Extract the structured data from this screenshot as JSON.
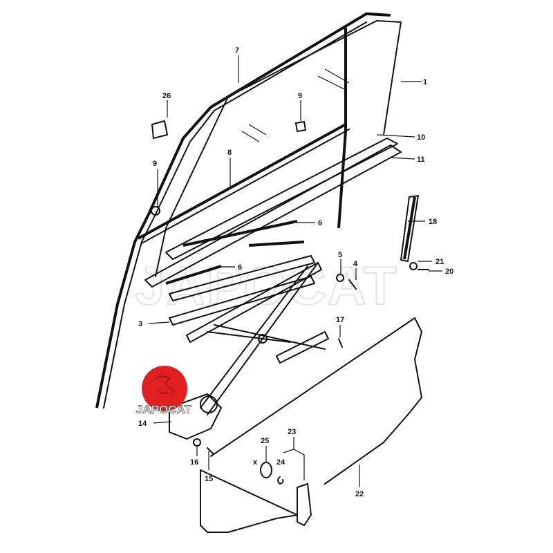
{
  "title": "Front door window regulator and glass parts diagram",
  "watermark": "JAPOCAT",
  "logo": {
    "text": "JAPOCAT",
    "color": "#e02020"
  },
  "callouts": {
    "c1": "1",
    "c7": "7",
    "c26": "26",
    "c9a": "9",
    "c10": "10",
    "c11": "11",
    "c8": "8",
    "c9b": "9",
    "c6a": "6",
    "c18": "18",
    "c5": "5",
    "c4": "4",
    "c6b": "6",
    "c21": "21",
    "c20": "20",
    "c3": "3",
    "c17": "17",
    "c14": "14",
    "c16": "16",
    "c15": "15",
    "c25": "25",
    "c23": "23",
    "c24": "24",
    "c22": "22",
    "x_mark": "x"
  }
}
